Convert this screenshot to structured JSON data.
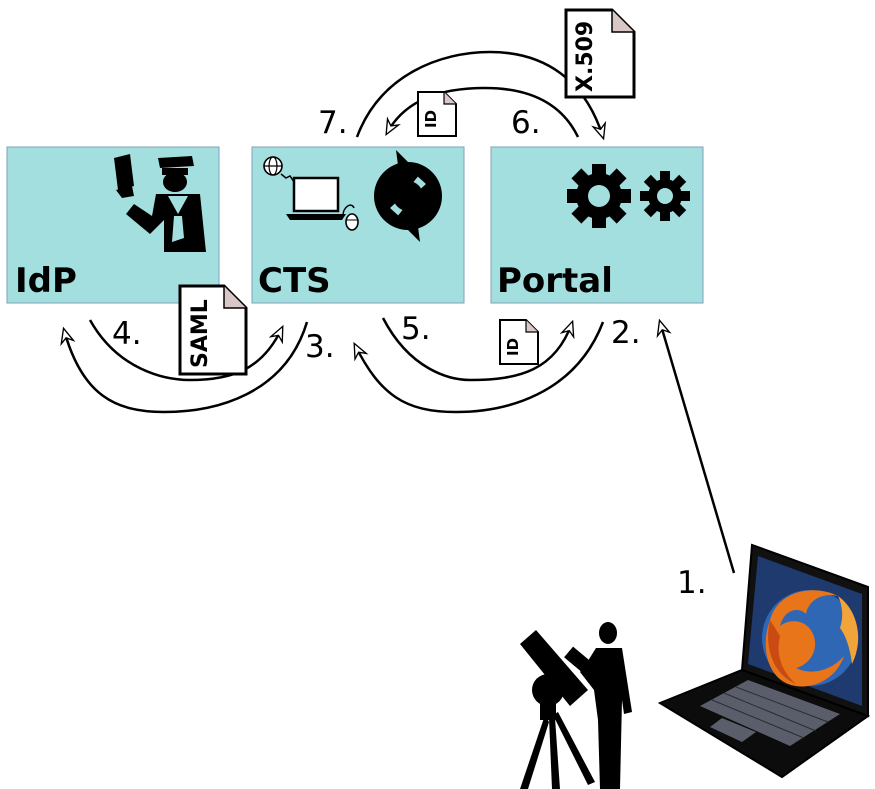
{
  "boxes": {
    "idp": {
      "label": "IdP"
    },
    "cts": {
      "label": "CTS"
    },
    "portal": {
      "label": "Portal"
    }
  },
  "documents": {
    "saml": "SAML",
    "x509": "X.509",
    "id_top": "ID",
    "id_bottom": "ID"
  },
  "steps": {
    "s1": "1.",
    "s2": "2.",
    "s3": "3.",
    "s4": "4.",
    "s5": "5.",
    "s6": "6.",
    "s7": "7."
  },
  "colors": {
    "box_fill": "#a4dfe0",
    "box_stroke": "#7fa0b8",
    "ink": "#000000"
  },
  "icons": [
    "police-officer-icon",
    "globe-icon",
    "computer-icon",
    "mouse-icon",
    "refresh-icon",
    "gears-icon",
    "firefox-icon",
    "laptop-icon",
    "astronomer-telescope-icon"
  ]
}
